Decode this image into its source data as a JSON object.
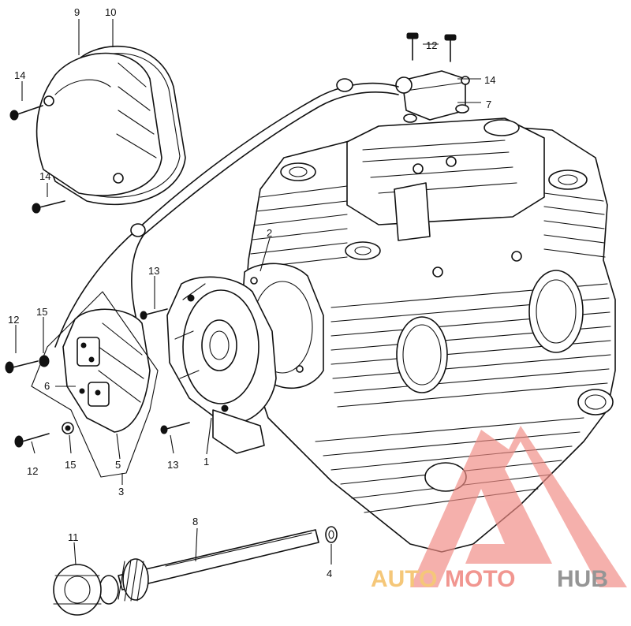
{
  "diagram": {
    "labels": {
      "p1": "1",
      "p2": "2",
      "p3": "3",
      "p4": "4",
      "p5": "5",
      "p6": "6",
      "p7": "7",
      "p8": "8",
      "p9": "9",
      "p10": "10",
      "p11": "11",
      "p12a": "12",
      "p12b": "12",
      "p12c": "12",
      "p13a": "13",
      "p13b": "13",
      "p14a": "14",
      "p14b": "14",
      "p14c": "14",
      "p15a": "15",
      "p15b": "15"
    }
  },
  "watermark": {
    "word_auto": "AUTO",
    "word_moto": "MOTO",
    "word_hub": "HUB",
    "colors": {
      "auto": "#f4c26b",
      "moto": "#f08b84",
      "hub": "#8a8a8a",
      "triangle": "#f08b84"
    }
  }
}
